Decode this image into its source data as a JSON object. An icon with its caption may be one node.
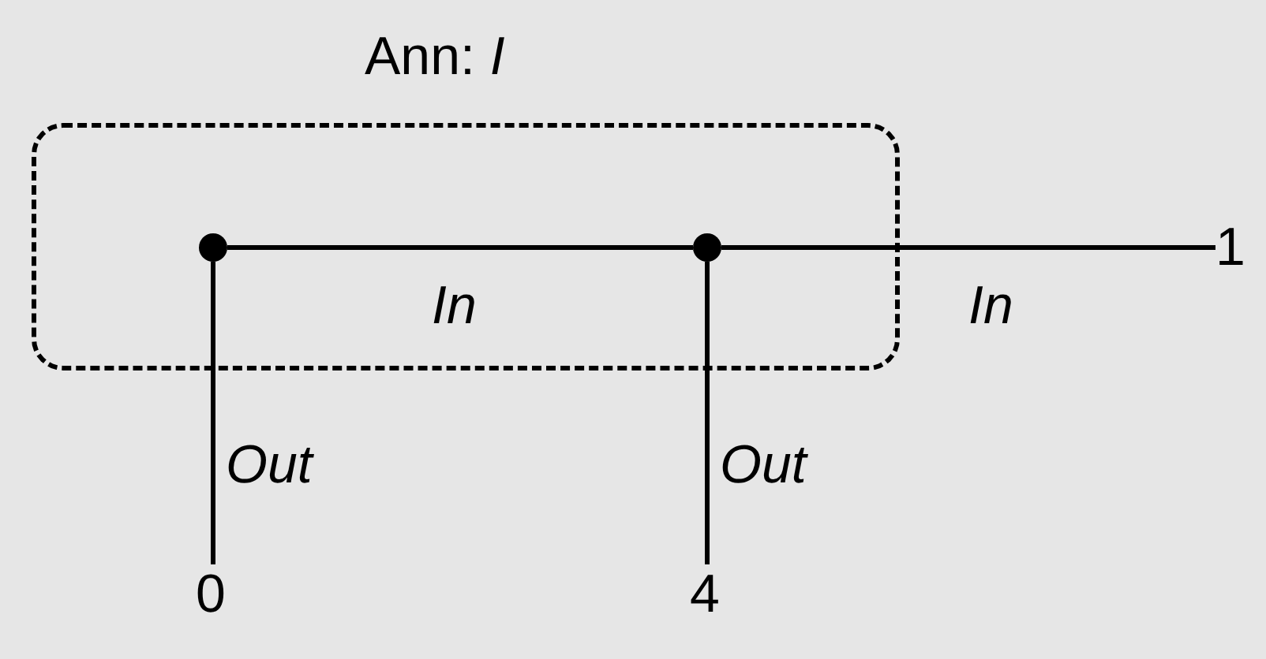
{
  "diagram": {
    "nodes": [
      {
        "text": [
          "Ann: *I*"
        ]
      },
      {
        "text": [],
        "shape": "circle",
        "in": 0
      },
      {
        "text": [],
        "shape": "circle",
        "in": 0
      },
      {
        "text": [
          "1"
        ]
      },
      {
        "text": [
          "0"
        ]
      },
      {
        "text": [
          "4"
        ]
      }
    ],
    "edges": [
      {
        "from": 1,
        "to": 2,
        "arrow": "none",
        "label": "In"
      },
      {
        "from": 2,
        "to": 3,
        "arrow": "none",
        "label": "In"
      },
      {
        "from": 1,
        "to": 4,
        "arrow": "none",
        "label": "Out"
      },
      {
        "from": 2,
        "to": 5,
        "arrow": "none",
        "label": "Out"
      }
    ]
  }
}
